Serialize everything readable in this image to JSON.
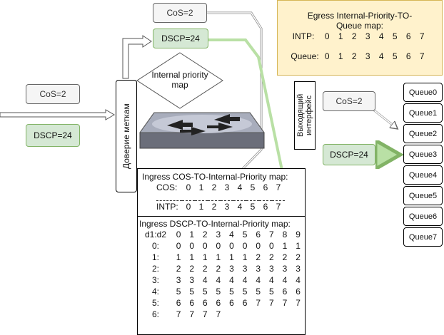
{
  "ingress_cos_label": "CoS=2",
  "ingress_dscp_label": "DSCP=24",
  "top_cos_label": "CoS=2",
  "top_dscp_label": "DSCP=24",
  "trust_label": "Доверие меткам",
  "internal_priority_label": "Internal priority map",
  "egress_interface_label": "Выходящий интерфейс",
  "egress_cos_label": "CoS=2",
  "egress_dscp_label": "DSCP=24",
  "egress_map": {
    "title": "Egress Internal-Priority-TO-Queue map:",
    "intp_label": "INTP:",
    "intp_values": [
      "0",
      "1",
      "2",
      "3",
      "4",
      "5",
      "6",
      "7"
    ],
    "queue_label": "Queue:",
    "queue_values": [
      "0",
      "1",
      "2",
      "3",
      "4",
      "5",
      "6",
      "7"
    ]
  },
  "queues": [
    "Queue0",
    "Queue1",
    "Queue2",
    "Queue3",
    "Queue4",
    "Queue5",
    "Queue6",
    "Queue7"
  ],
  "cos_map": {
    "title": "Ingress COS-TO-Internal-Priority map:",
    "cos_label": "COS:",
    "cos_values": [
      "0",
      "1",
      "2",
      "3",
      "4",
      "5",
      "6",
      "7"
    ],
    "intp_label": "INTP:",
    "intp_values": [
      "0",
      "1",
      "2",
      "3",
      "4",
      "5",
      "6",
      "7"
    ]
  },
  "dscp_map": {
    "title": "Ingress DSCP-TO-Internal-Priority map:",
    "header_label": "d1:d2",
    "columns": [
      "0",
      "1",
      "2",
      "3",
      "4",
      "5",
      "6",
      "7",
      "8",
      "9"
    ],
    "rows": [
      {
        "label": "0:",
        "values": [
          "0",
          "0",
          "0",
          "0",
          "0",
          "0",
          "0",
          "0",
          "1",
          "1"
        ]
      },
      {
        "label": "1:",
        "values": [
          "1",
          "1",
          "1",
          "1",
          "1",
          "1",
          "2",
          "2",
          "2",
          "2"
        ]
      },
      {
        "label": "2:",
        "values": [
          "2",
          "2",
          "2",
          "2",
          "3",
          "3",
          "3",
          "3",
          "3",
          "3"
        ]
      },
      {
        "label": "3:",
        "values": [
          "3",
          "3",
          "4",
          "4",
          "4",
          "4",
          "4",
          "4",
          "4",
          "4"
        ]
      },
      {
        "label": "4:",
        "values": [
          "5",
          "5",
          "5",
          "5",
          "5",
          "5",
          "5",
          "5",
          "6",
          "6"
        ]
      },
      {
        "label": "5:",
        "values": [
          "6",
          "6",
          "6",
          "6",
          "6",
          "6",
          "7",
          "7",
          "7",
          "7"
        ]
      },
      {
        "label": "6:",
        "values": [
          "7",
          "7",
          "7",
          "7",
          "",
          "",
          "",
          "",
          "",
          ""
        ]
      }
    ]
  }
}
